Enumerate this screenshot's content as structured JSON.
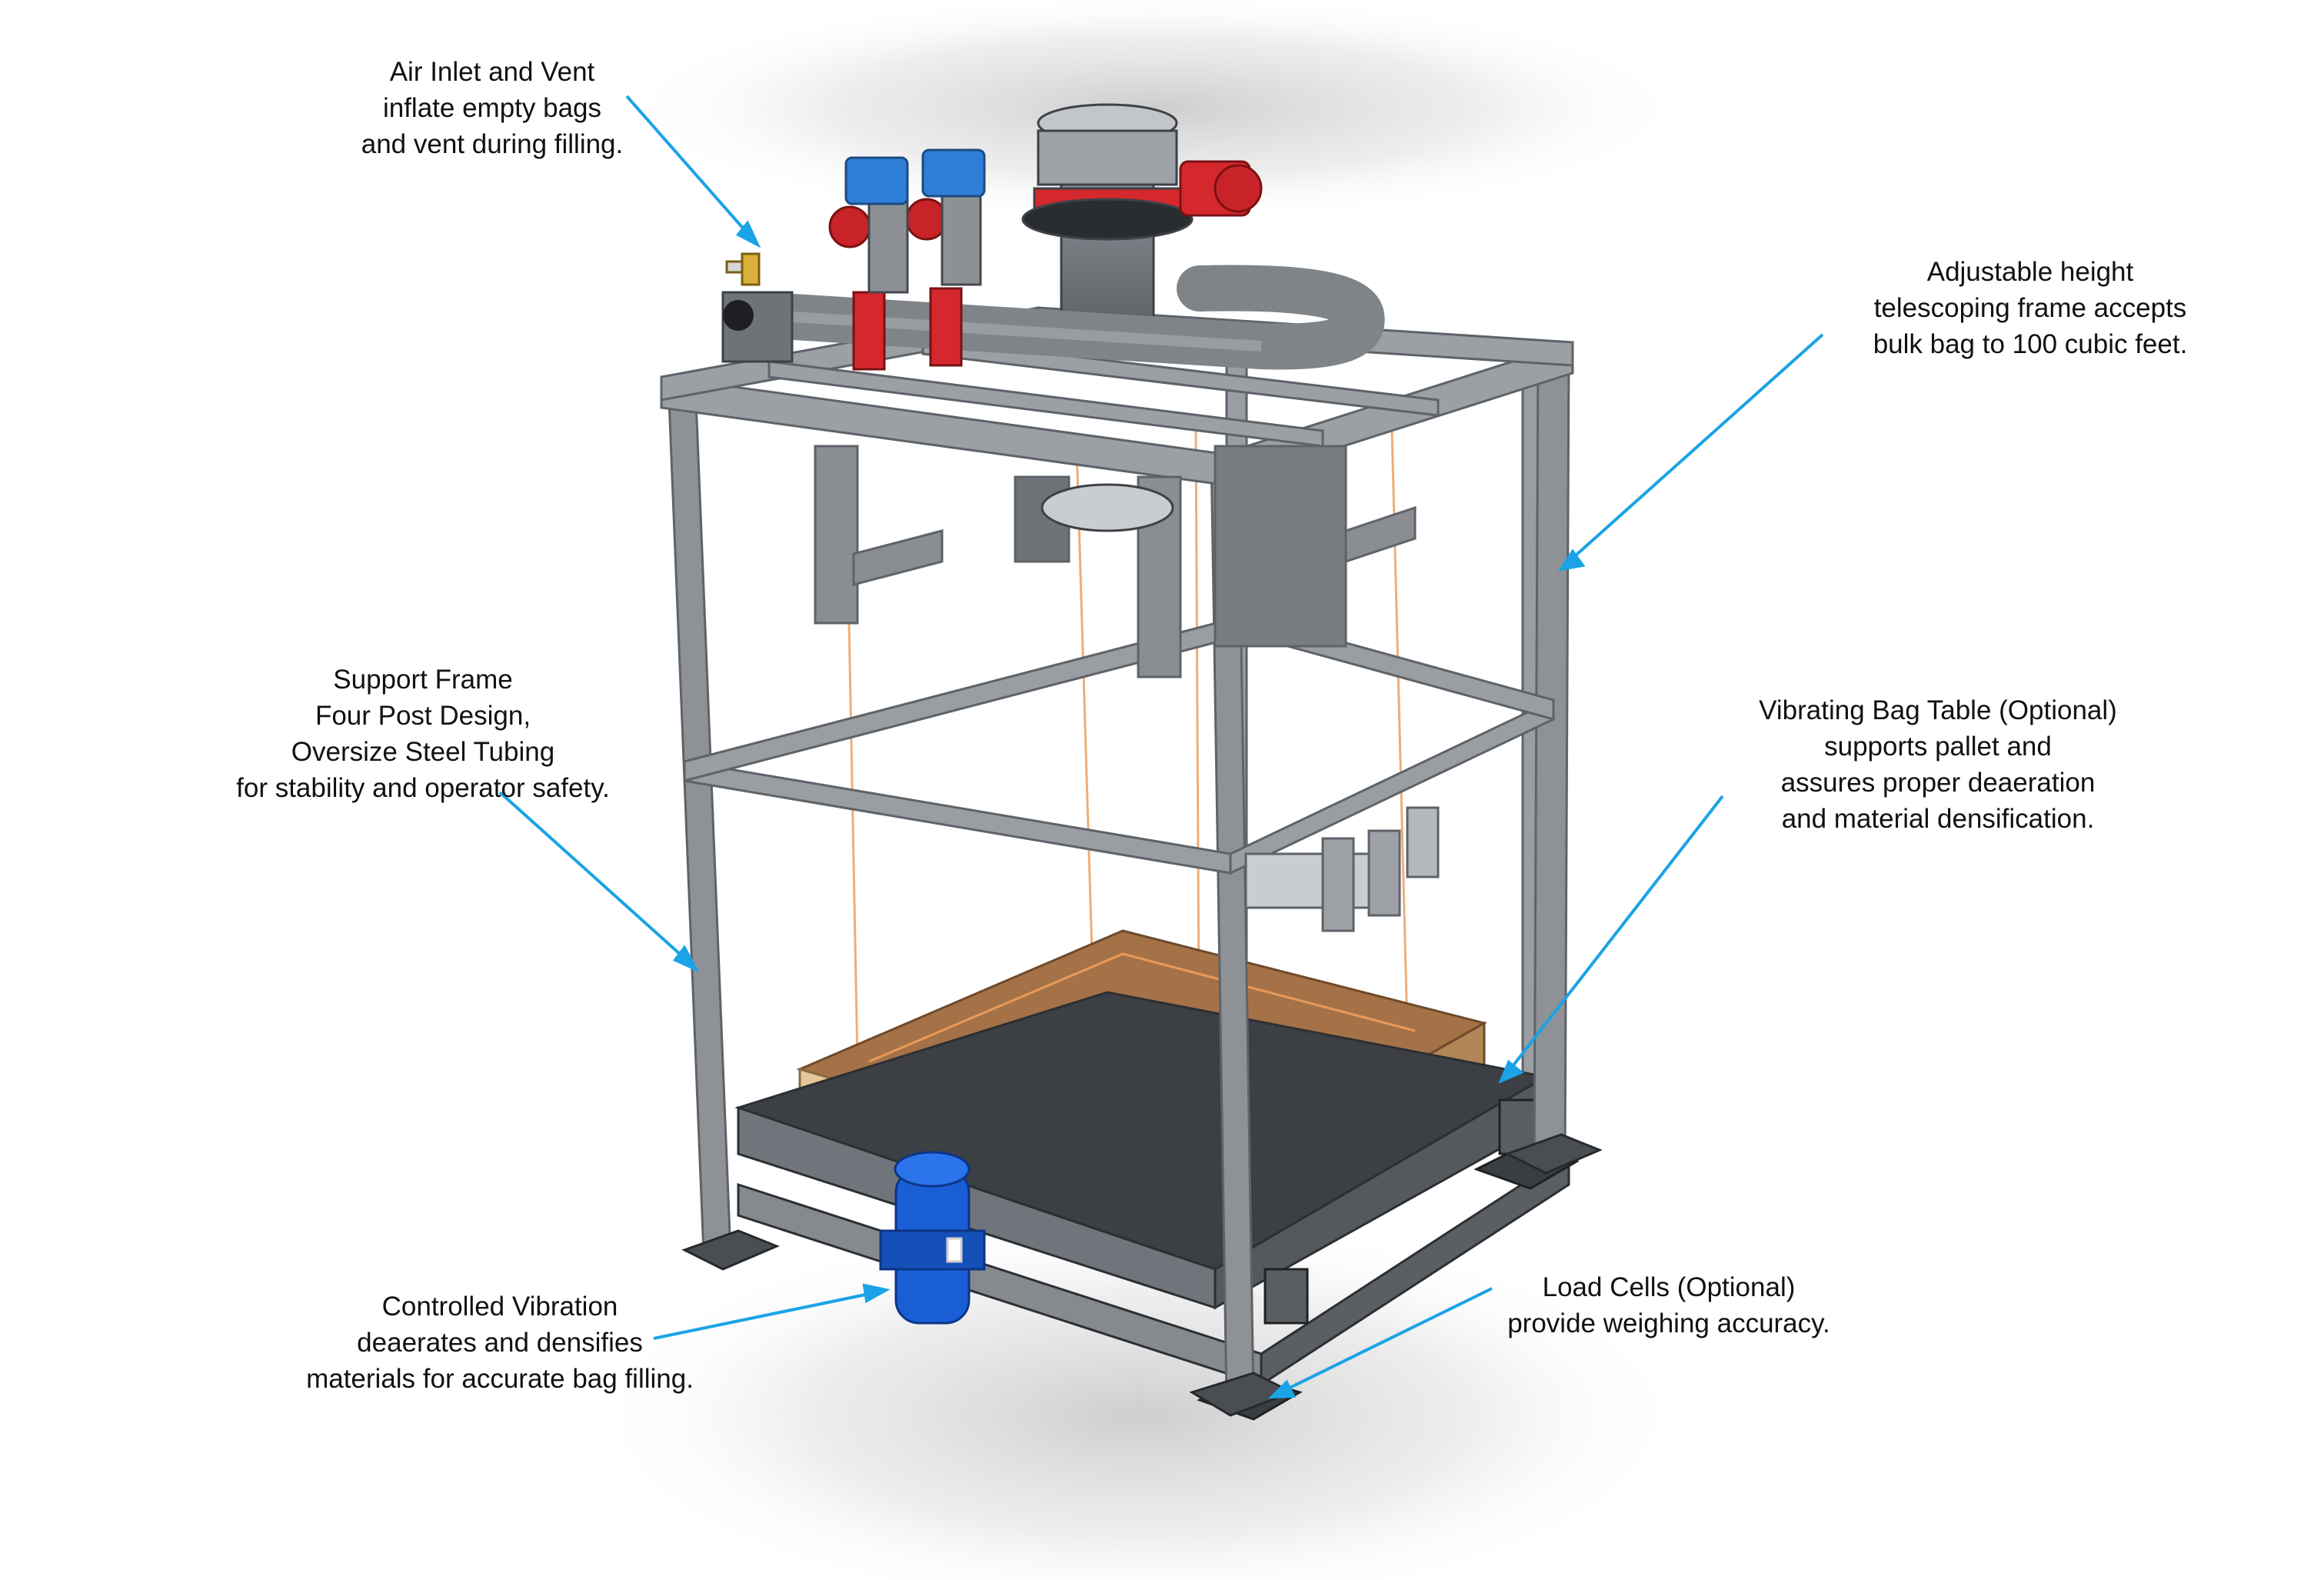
{
  "colors": {
    "frame": "#8e9297",
    "frame_dark": "#5e6369",
    "pipe": "#7f8489",
    "valve_red": "#d5282d",
    "actuator_blue": "#2f7fd6",
    "pallet_wood": "#c99b63",
    "pallet_top": "#a57248",
    "bag_outline": "#e89a58",
    "vibrator_blue": "#1a5ed6",
    "arrow": "#1aa3e6",
    "text": "#111111"
  },
  "callouts": {
    "air_inlet": [
      "Air Inlet and Vent",
      "inflate empty bags",
      "and vent during filling."
    ],
    "adjustable_height": [
      "Adjustable  height",
      "telescoping frame accepts",
      "bulk bag to 100 cubic feet."
    ],
    "support_frame": [
      "Support Frame",
      "Four Post Design,",
      "Oversize Steel Tubing",
      "for stability and operator safety."
    ],
    "vibrating_table": [
      "Vibrating Bag Table (Optional)",
      "supports pallet and",
      "assures proper deaeration",
      "and material densification."
    ],
    "controlled_vibration": [
      "Controlled Vibration",
      "deaerates and densifies",
      "materials for accurate bag filling."
    ],
    "load_cells": [
      "Load Cells (Optional)",
      "provide weighing accuracy."
    ]
  }
}
